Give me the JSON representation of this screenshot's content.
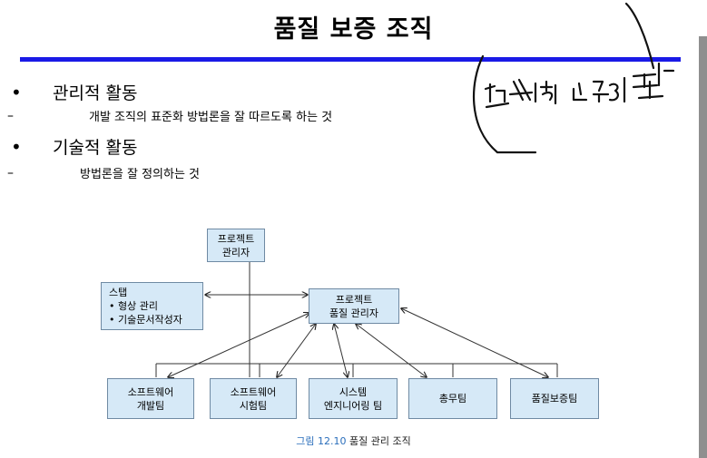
{
  "slide": {
    "title": "품질 보증 조직",
    "bullets": [
      {
        "marker": "•",
        "text": "관리적 활동"
      },
      {
        "marker": "–",
        "text": "개발 조직의 표준화 방법론을 잘 따르도록 하는 것"
      },
      {
        "marker": "•",
        "text": "기술적 활동"
      },
      {
        "marker": "–",
        "text": "방법론을 잘 정의하는 것"
      }
    ]
  },
  "diagram": {
    "boxes": {
      "project_manager": [
        "프로젝트",
        "관리자"
      ],
      "staff": [
        "스탭",
        "• 형상 관리",
        "• 기술문서작성자"
      ],
      "qa_manager": [
        "프로젝트",
        "품질 관리자"
      ],
      "dev_team": [
        "소프트웨어",
        "개발팀"
      ],
      "test_team": [
        "소프트웨어",
        "시험팀"
      ],
      "sys_team": [
        "시스템",
        "엔지니어링 팀"
      ],
      "admin_team": [
        "총무팀"
      ],
      "qa_team": [
        "품질보증팀"
      ]
    },
    "caption_num": "그림 12.10",
    "caption_text": "품질 관리 조직"
  },
  "annotation": {
    "handwriting": "관리적 노력이 필요",
    "ink_color": "#111111"
  },
  "colors": {
    "rule": "#1a1ae6",
    "box_fill": "#d6e9f7",
    "box_border": "#6f8aa3",
    "caption_accent": "#2a6ebb"
  }
}
